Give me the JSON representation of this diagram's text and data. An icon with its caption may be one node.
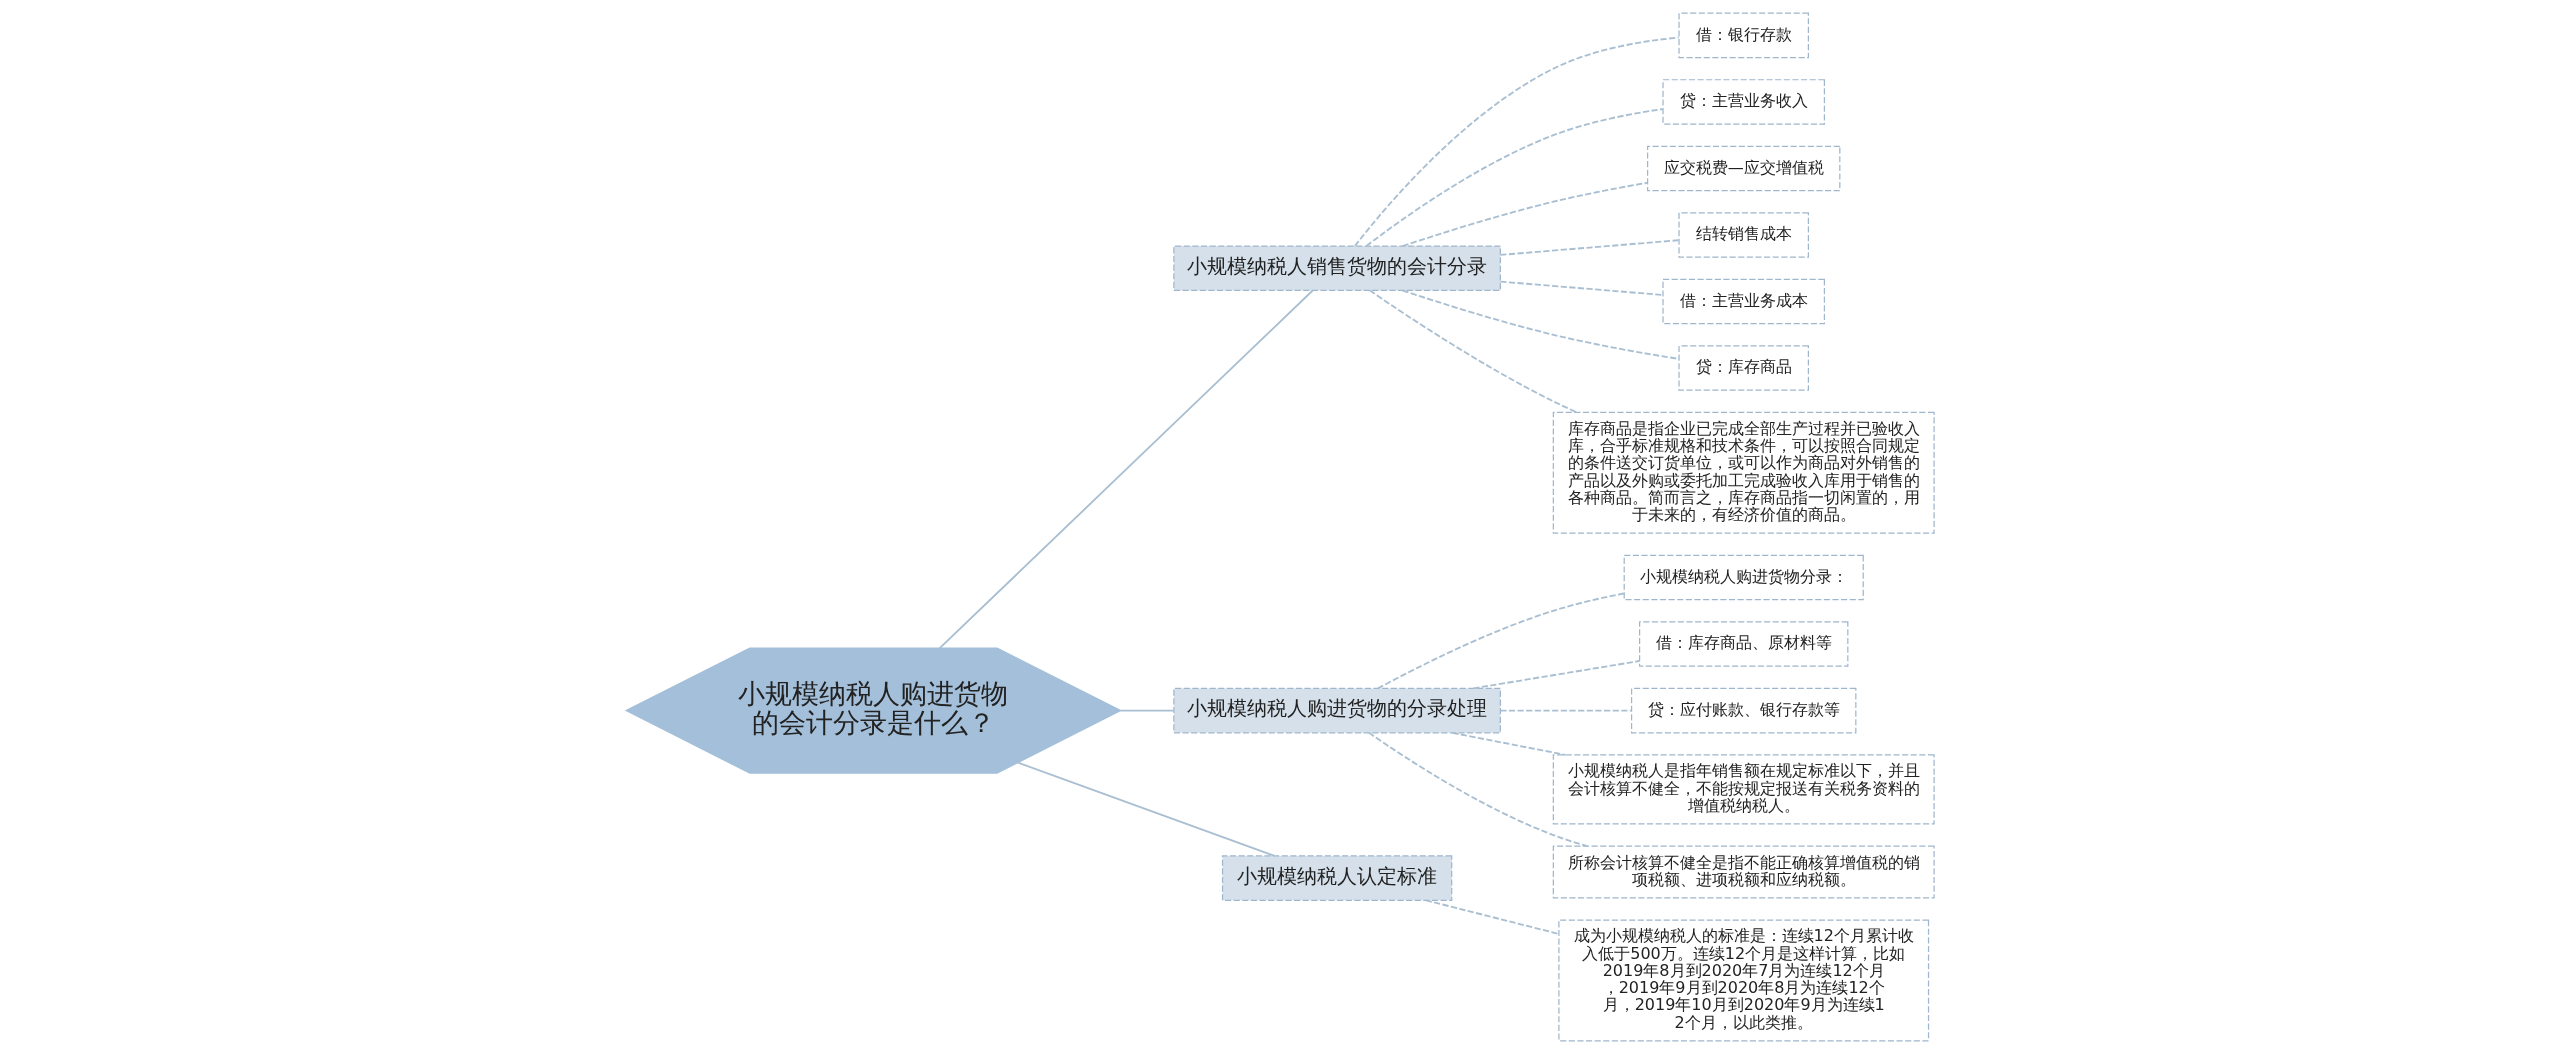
{
  "diagram": {
    "nodes": [
      {
        "text": [
          "小规模纳税人购进货物的会计分录是什么？"
        ]
      },
      {
        "text": [
          "小规模纳税人销售货物的会计分录"
        ]
      },
      {
        "text": [
          "借：银行存款"
        ]
      },
      {
        "text": [
          "贷：主营业务收入"
        ]
      },
      {
        "text": [
          "应交税费—应交增值税"
        ]
      },
      {
        "text": [
          "结转销售成本"
        ]
      },
      {
        "text": [
          "借：主营业务成本"
        ]
      },
      {
        "text": [
          "贷：库存商品"
        ]
      },
      {
        "text": [
          "库存商品是指企业已完成全部生产过程并已验收入库，合乎标准规格和技术条件，可以按照合同规定的条件送交订货单位，或可以作为商品对外销售的产品以及外购或委托加工完成验收入库用于销售的各种商品。简而言之，库存商品指一切闲置的，用于未来的，有经济价值的商品。"
        ]
      },
      {
        "text": [
          "小规模纳税人购进货物的分录处理"
        ]
      },
      {
        "text": [
          "小规模纳税人购进货物分录："
        ]
      },
      {
        "text": [
          "借：库存商品、原材料等"
        ]
      },
      {
        "text": [
          "贷：应付账款、银行存款等"
        ]
      },
      {
        "text": [
          "小规模纳税人是指年销售额在规定标准以下，并且会计核算不健全，不能按规定报送有关税务资料的增值税纳税人。"
        ]
      },
      {
        "text": [
          "所称会计核算不健全是指不能正确核算增值税的销项税额、进项税额和应纳税额。"
        ]
      },
      {
        "text": [
          "小规模纳税人认定标准"
        ]
      },
      {
        "text": [
          "成为小规模纳税人的标准是：连续12个月累计收入低于500万。连续12个月是这样计算，比如2019年8月到2020年7月为连续12个月，2019年9月到2020年8月为连续12个月，2019年10月到2020年9月为连续12个月，以此类推。"
        ]
      }
    ],
    "edges": [
      {
        "from": 0,
        "to": 1,
        "arrow": "none"
      },
      {
        "from": 1,
        "to": 2,
        "arrow": "none",
        "style": "dashed"
      },
      {
        "from": 1,
        "to": 3,
        "arrow": "none",
        "style": "dashed"
      },
      {
        "from": 1,
        "to": 4,
        "arrow": "none",
        "style": "dashed"
      },
      {
        "from": 1,
        "to": 5,
        "arrow": "none",
        "style": "dashed"
      },
      {
        "from": 1,
        "to": 6,
        "arrow": "none",
        "style": "dashed"
      },
      {
        "from": 1,
        "to": 7,
        "arrow": "none",
        "style": "dashed"
      },
      {
        "from": 1,
        "to": 8,
        "arrow": "none",
        "style": "dashed"
      },
      {
        "from": 0,
        "to": 9,
        "arrow": "none"
      },
      {
        "from": 9,
        "to": 10,
        "arrow": "none",
        "style": "dashed"
      },
      {
        "from": 9,
        "to": 11,
        "arrow": "none",
        "style": "dashed"
      },
      {
        "from": 9,
        "to": 12,
        "arrow": "none",
        "style": "dashed"
      },
      {
        "from": 9,
        "to": 13,
        "arrow": "none",
        "style": "dashed"
      },
      {
        "from": 9,
        "to": 14,
        "arrow": "none",
        "style": "dashed"
      },
      {
        "from": 0,
        "to": 15,
        "arrow": "none"
      },
      {
        "from": 15,
        "to": 16,
        "arrow": "none",
        "style": "dashed"
      }
    ]
  }
}
